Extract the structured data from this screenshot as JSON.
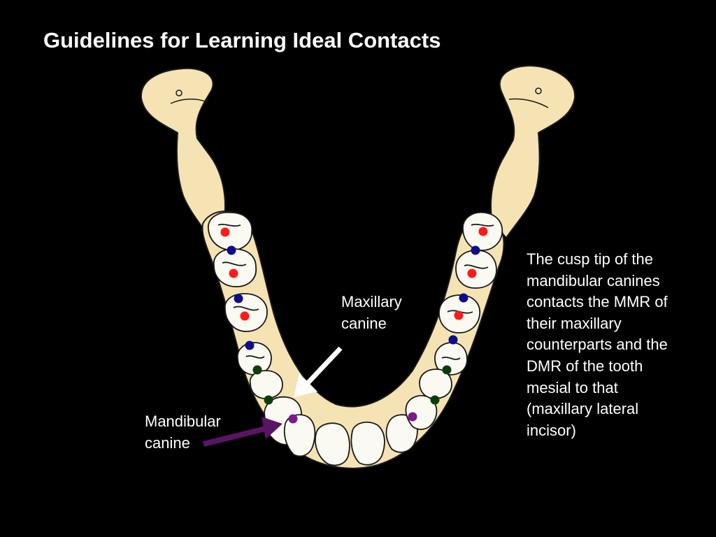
{
  "title": "Guidelines for Learning Ideal Contacts",
  "labels": {
    "maxillary_canine": [
      "Maxillary",
      "canine"
    ],
    "mandibular_canine": [
      "Mandibular",
      "canine"
    ]
  },
  "explanation": [
    "The cusp tip of the",
    "mandibular canines",
    "contacts the MMR of",
    "their maxillary",
    "counterparts and the",
    "DMR of the tooth",
    "mesial to that",
    "(maxillary lateral",
    "incisor)"
  ],
  "colors": {
    "background": "#000000",
    "bone": "#f6e3b4",
    "tooth": "#fbfaf2",
    "outline": "#1a1a1a",
    "contact_red": "#ff1a1a",
    "contact_blue": "#0d0d8c",
    "contact_green": "#0b3d0b",
    "contact_purple": "#7a1a8c",
    "arrow_white": "#ffffff",
    "arrow_purple": "#5a1466"
  },
  "contact_colors_legend": [
    "red",
    "blue",
    "green",
    "purple"
  ]
}
